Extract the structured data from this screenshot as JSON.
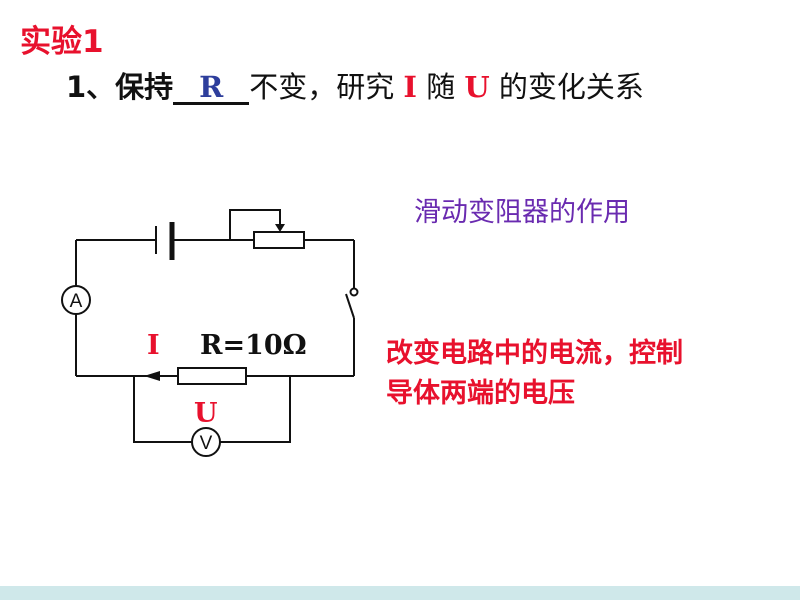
{
  "slide": {
    "title": "实验1",
    "question": {
      "prefix": "1、保持",
      "blank_answer": "R",
      "middle": "不变，研究 ",
      "var_i": "I",
      "mid2": " 随 ",
      "var_u": "U",
      "suffix": " 的变化关系"
    },
    "note_blue": "滑动变阻器的作用",
    "note_red_line1": "改变电路中的电流，控制",
    "note_red_line2": "导体两端的电压"
  },
  "circuit": {
    "ammeter_symbol": "A",
    "voltmeter_symbol": "V",
    "current_label": "I",
    "resistor_label": "R=10Ω",
    "voltage_label": "U"
  },
  "colors": {
    "title_red": "#e8112d",
    "blank_blue": "#2e3e9c",
    "note_purple": "#6a2bb0",
    "bottom_bar": "#cfe8ea"
  }
}
